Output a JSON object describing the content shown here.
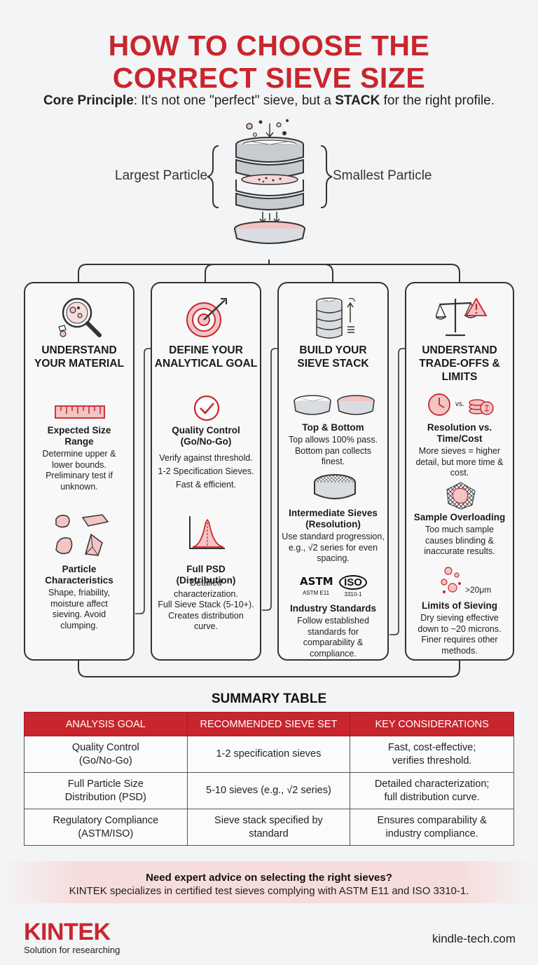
{
  "header": {
    "title_line1": "HOW TO CHOOSE THE",
    "title_line2": "CORRECT SIEVE SIZE",
    "principle_label": "Core Principle",
    "principle_text_a": ": It's not one \"perfect\" sieve, but a ",
    "principle_bold": "STACK",
    "principle_text_b": " for the right profile."
  },
  "stack": {
    "left_label": "Largest Particle",
    "right_label": "Smallest Particle"
  },
  "cards": [
    {
      "title": "UNDERSTAND\nYOUR MATERIAL",
      "icon": "magnifier-particles-icon",
      "items": [
        {
          "icon": "ruler-icon",
          "title": "Expected Size\nRange",
          "text": "Determine upper &\nlower bounds.\nPreliminary test if\nunknown."
        },
        {
          "icon": "particle-shapes-icon",
          "title": "Particle\nCharacteristics",
          "text": "Shape, friability,\nmoisture affect\nsieving. Avoid\nclumping."
        }
      ]
    },
    {
      "title": "DEFINE YOUR\nANALYTICAL GOAL",
      "icon": "target-icon",
      "items": [
        {
          "icon": "check-circle-icon",
          "title": "Quality Control\n(Go/No-Go)",
          "text": "Verify against threshold.\n1-2 Specification Sieves.\nFast & efficient."
        },
        {
          "icon": "distribution-curve-icon",
          "title": "Full PSD\n(Distribution)",
          "text": "Detailed\ncharacterization.\nFull Sieve Stack (5-10+).\nCreates distribution\ncurve."
        }
      ]
    },
    {
      "title": "BUILD YOUR\nSIEVE STACK",
      "icon": "sieve-stack-icon",
      "items": [
        {
          "icon": "sieve-and-pan-icon",
          "title": "Top & Bottom",
          "text": "Top allows 100% pass.\nBottom pan collects\nfinest."
        },
        {
          "icon": "mesh-sieve-icon",
          "title": "Intermediate Sieves\n(Resolution)",
          "text": "Use standard progression,\ne.g., √2 series for even\nspacing."
        },
        {
          "icon": "standards-logos-icon",
          "title": "Industry Standards",
          "text": "Follow established\nstandards for\ncomparability &\ncompliance.",
          "logo_astm": "ASTM",
          "logo_astm_sub": "ASTM E11",
          "logo_iso": "ISO",
          "logo_iso_sub": "3310-1"
        }
      ]
    },
    {
      "title": "UNDERSTAND\nTRADE-OFFS &\nLIMITS",
      "icon": "balance-warning-icon",
      "items": [
        {
          "icon": "clock-vs-coins-icon",
          "title": "Resolution vs.\nTime/Cost",
          "text": "More sieves = higher\ndetail, but more time &\ncost.",
          "vs": "vs."
        },
        {
          "icon": "overloaded-mesh-icon",
          "title": "Sample Overloading",
          "text": "Too much sample\ncauses blinding &\ninaccurate results."
        },
        {
          "icon": "fine-particles-icon",
          "title": "Limits of Sieving",
          "text": "Dry sieving effective\ndown to ~20 microns.\nFiner requires other\nmethods.",
          "size_tag": ">20μm"
        }
      ]
    }
  ],
  "summary": {
    "title": "SUMMARY TABLE",
    "headers": [
      "ANALYSIS GOAL",
      "RECOMMENDED SIEVE SET",
      "KEY CONSIDERATIONS"
    ],
    "rows": [
      [
        "Quality Control\n(Go/No-Go)",
        "1-2 specification sieves",
        "Fast, cost-effective;\nverifies threshold."
      ],
      [
        "Full Particle Size\nDistribution (PSD)",
        "5-10 sieves (e.g., √2 series)",
        "Detailed characterization;\nfull distribution curve."
      ],
      [
        "Regulatory Compliance\n(ASTM/ISO)",
        "Sieve stack specified by\nstandard",
        "Ensures comparability &\nindustry compliance."
      ]
    ]
  },
  "footer": {
    "question": "Need expert advice on selecting the right sieves?",
    "answer": "KINTEK specializes in certified test sieves complying with ASTM E11 and ISO 3310-1.",
    "logo": "KINTEK",
    "tagline": "Solution for researching",
    "website": "kindle-tech.com"
  },
  "colors": {
    "accent": "#c9252d",
    "outline": "#333333",
    "pink": "#f2c4c4"
  }
}
